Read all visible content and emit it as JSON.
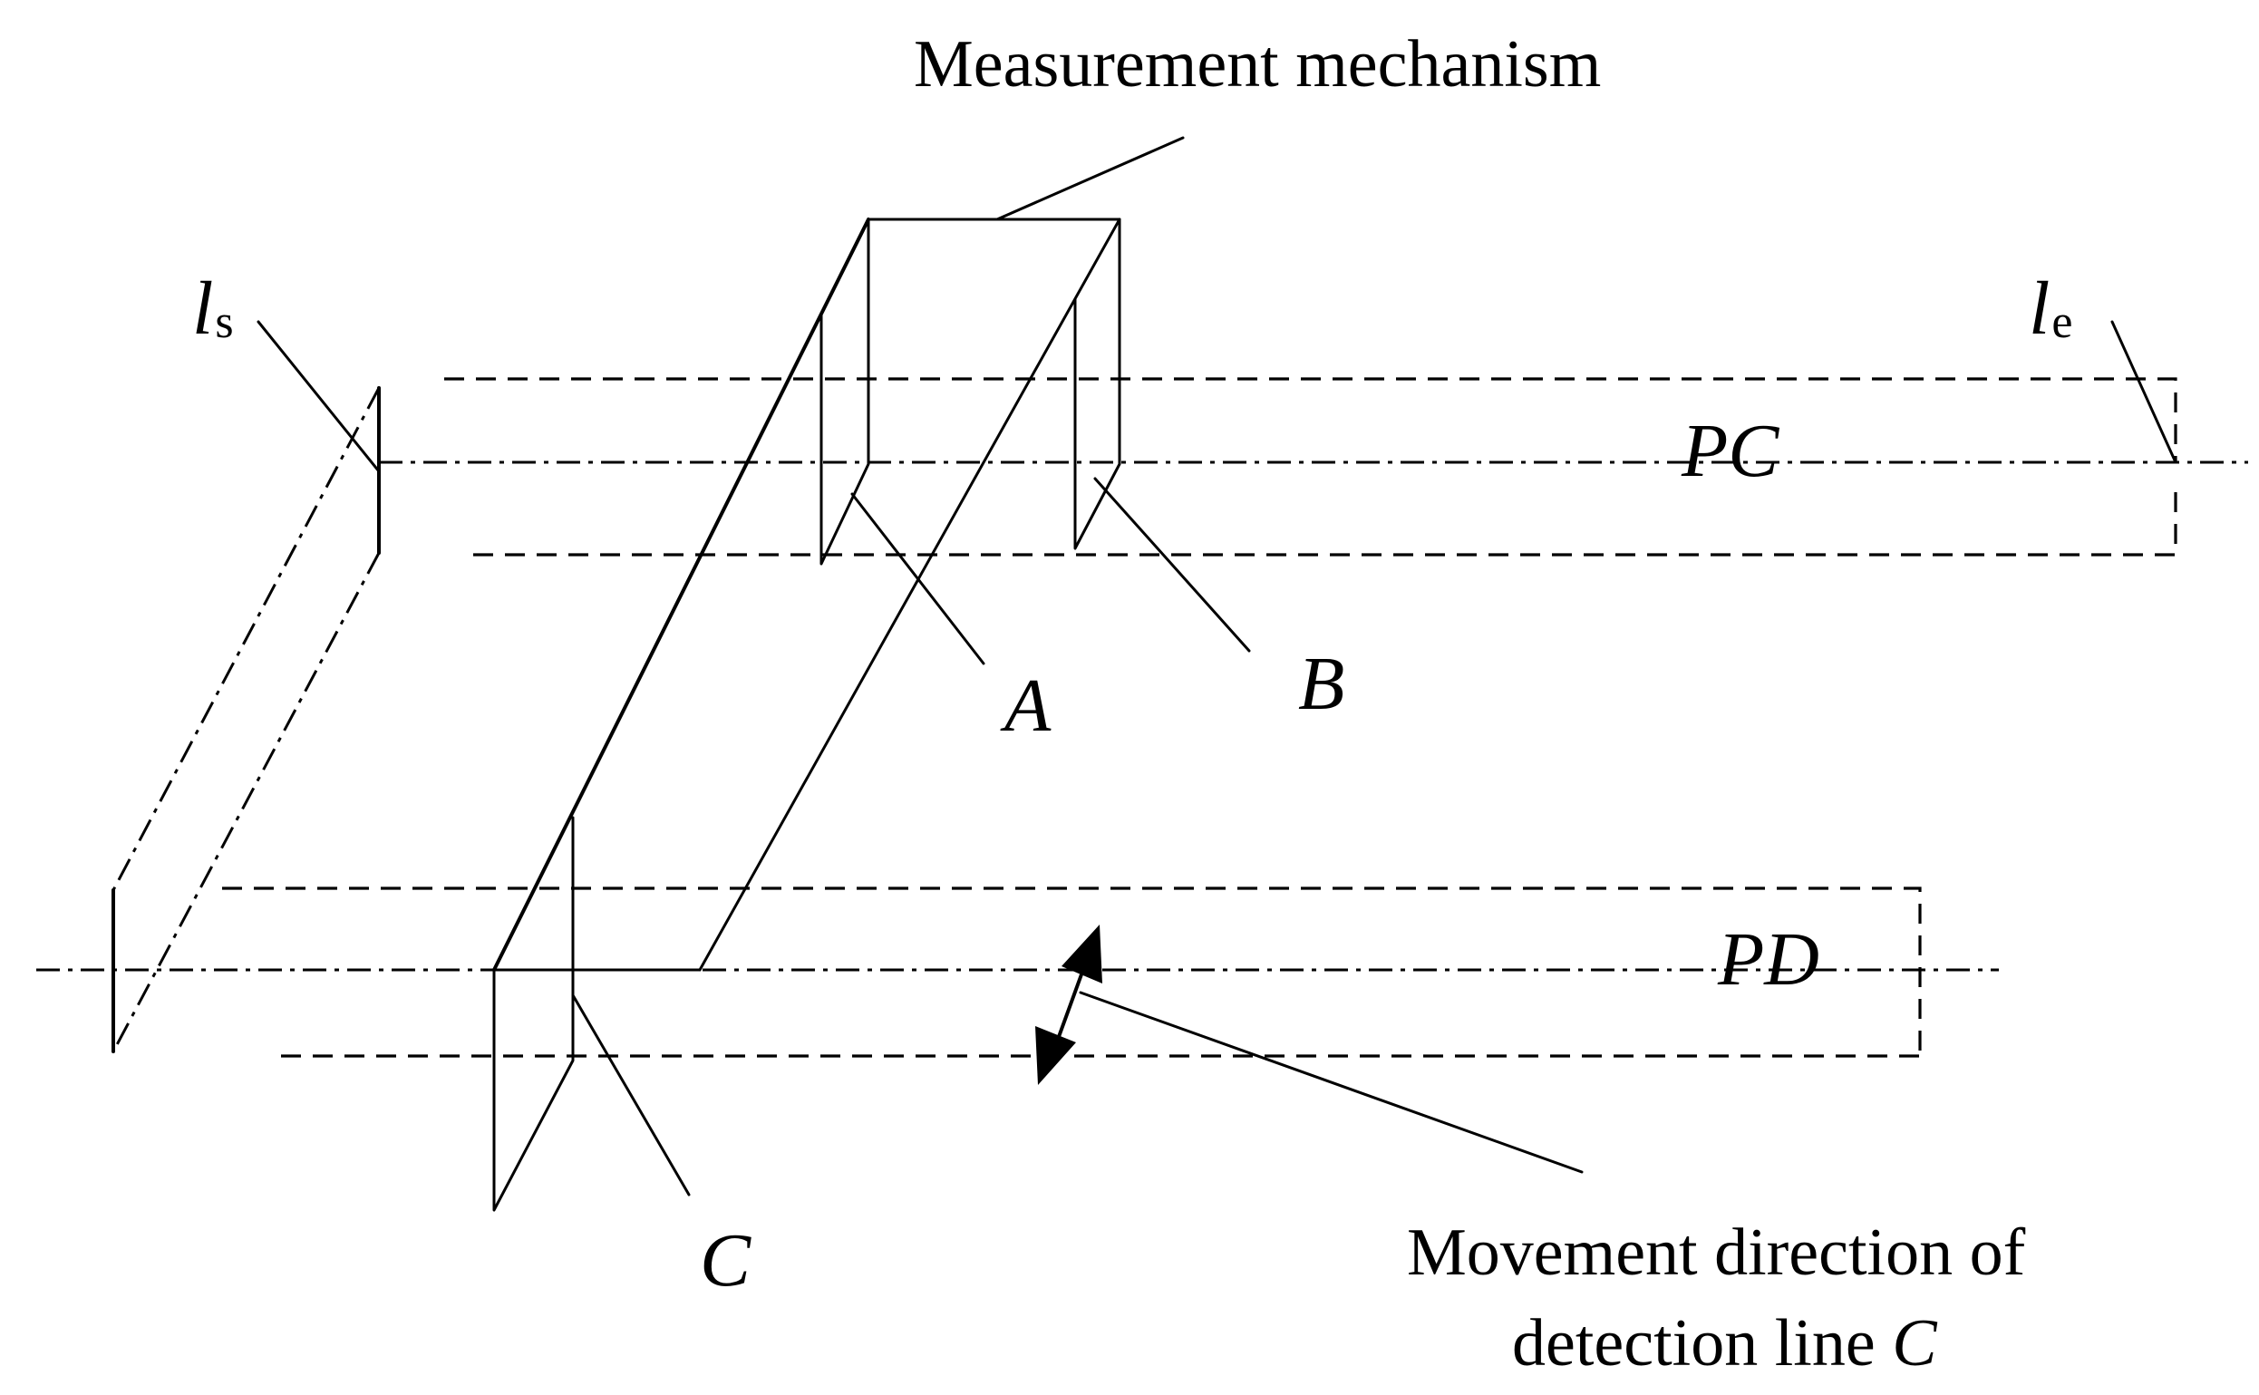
{
  "labels": {
    "measurement_mechanism": "Measurement mechanism",
    "movement_line1": "Movement direction of",
    "movement_line2_prefix": "detection line ",
    "movement_line2_symbol": "C",
    "ls_main": "l",
    "ls_sub": "s",
    "le_main": "l",
    "le_sub": "e",
    "PC": "PC",
    "PD": "PD",
    "A": "A",
    "B": "B",
    "C": "C"
  },
  "colors": {
    "ink": "#000000",
    "background": "#ffffff"
  }
}
